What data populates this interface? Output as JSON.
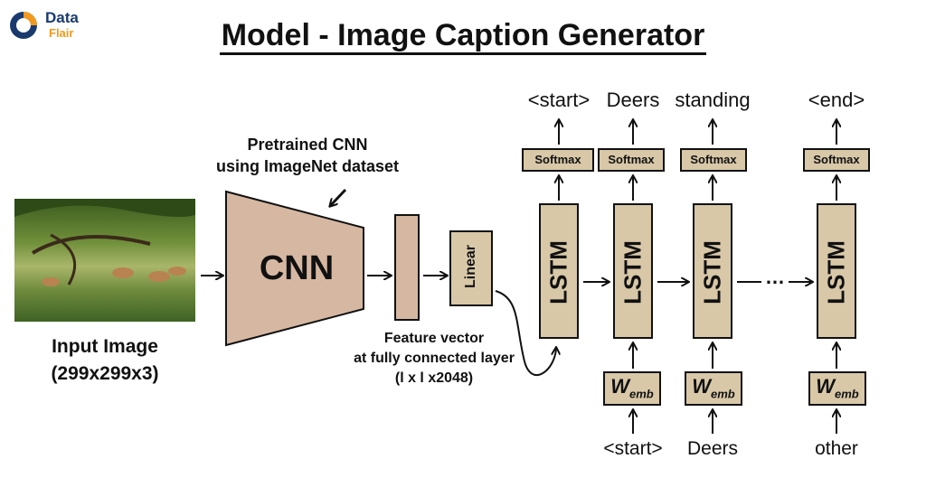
{
  "logo": {
    "line1": "Data",
    "line2": "Flair"
  },
  "title": "Model - Image Caption Generator",
  "input": {
    "label": "Input Image",
    "dims": "(299x299x3)"
  },
  "cnn": {
    "label": "CNN",
    "pretrained_line1": "Pretrained CNN",
    "pretrained_line2": "using ImageNet dataset"
  },
  "feature": {
    "line1": "Feature vector",
    "line2": "at fully connected layer",
    "line3": "(l x l x2048)"
  },
  "linear_label": "Linear",
  "lstm_label": "LSTM",
  "softmax_label": "Softmax",
  "wemb": {
    "main": "W",
    "sub": "emb"
  },
  "ellipsis": "…",
  "outputs": [
    "<start>",
    "Deers",
    "standing",
    "<end>"
  ],
  "inputs": [
    "<start>",
    "Deers",
    "other"
  ],
  "colors": {
    "block": "#d8c8a8",
    "cnn": "#d6b8a2",
    "stroke": "#111111",
    "logo_blue": "#1a3a6e",
    "logo_orange": "#f29a1f"
  }
}
